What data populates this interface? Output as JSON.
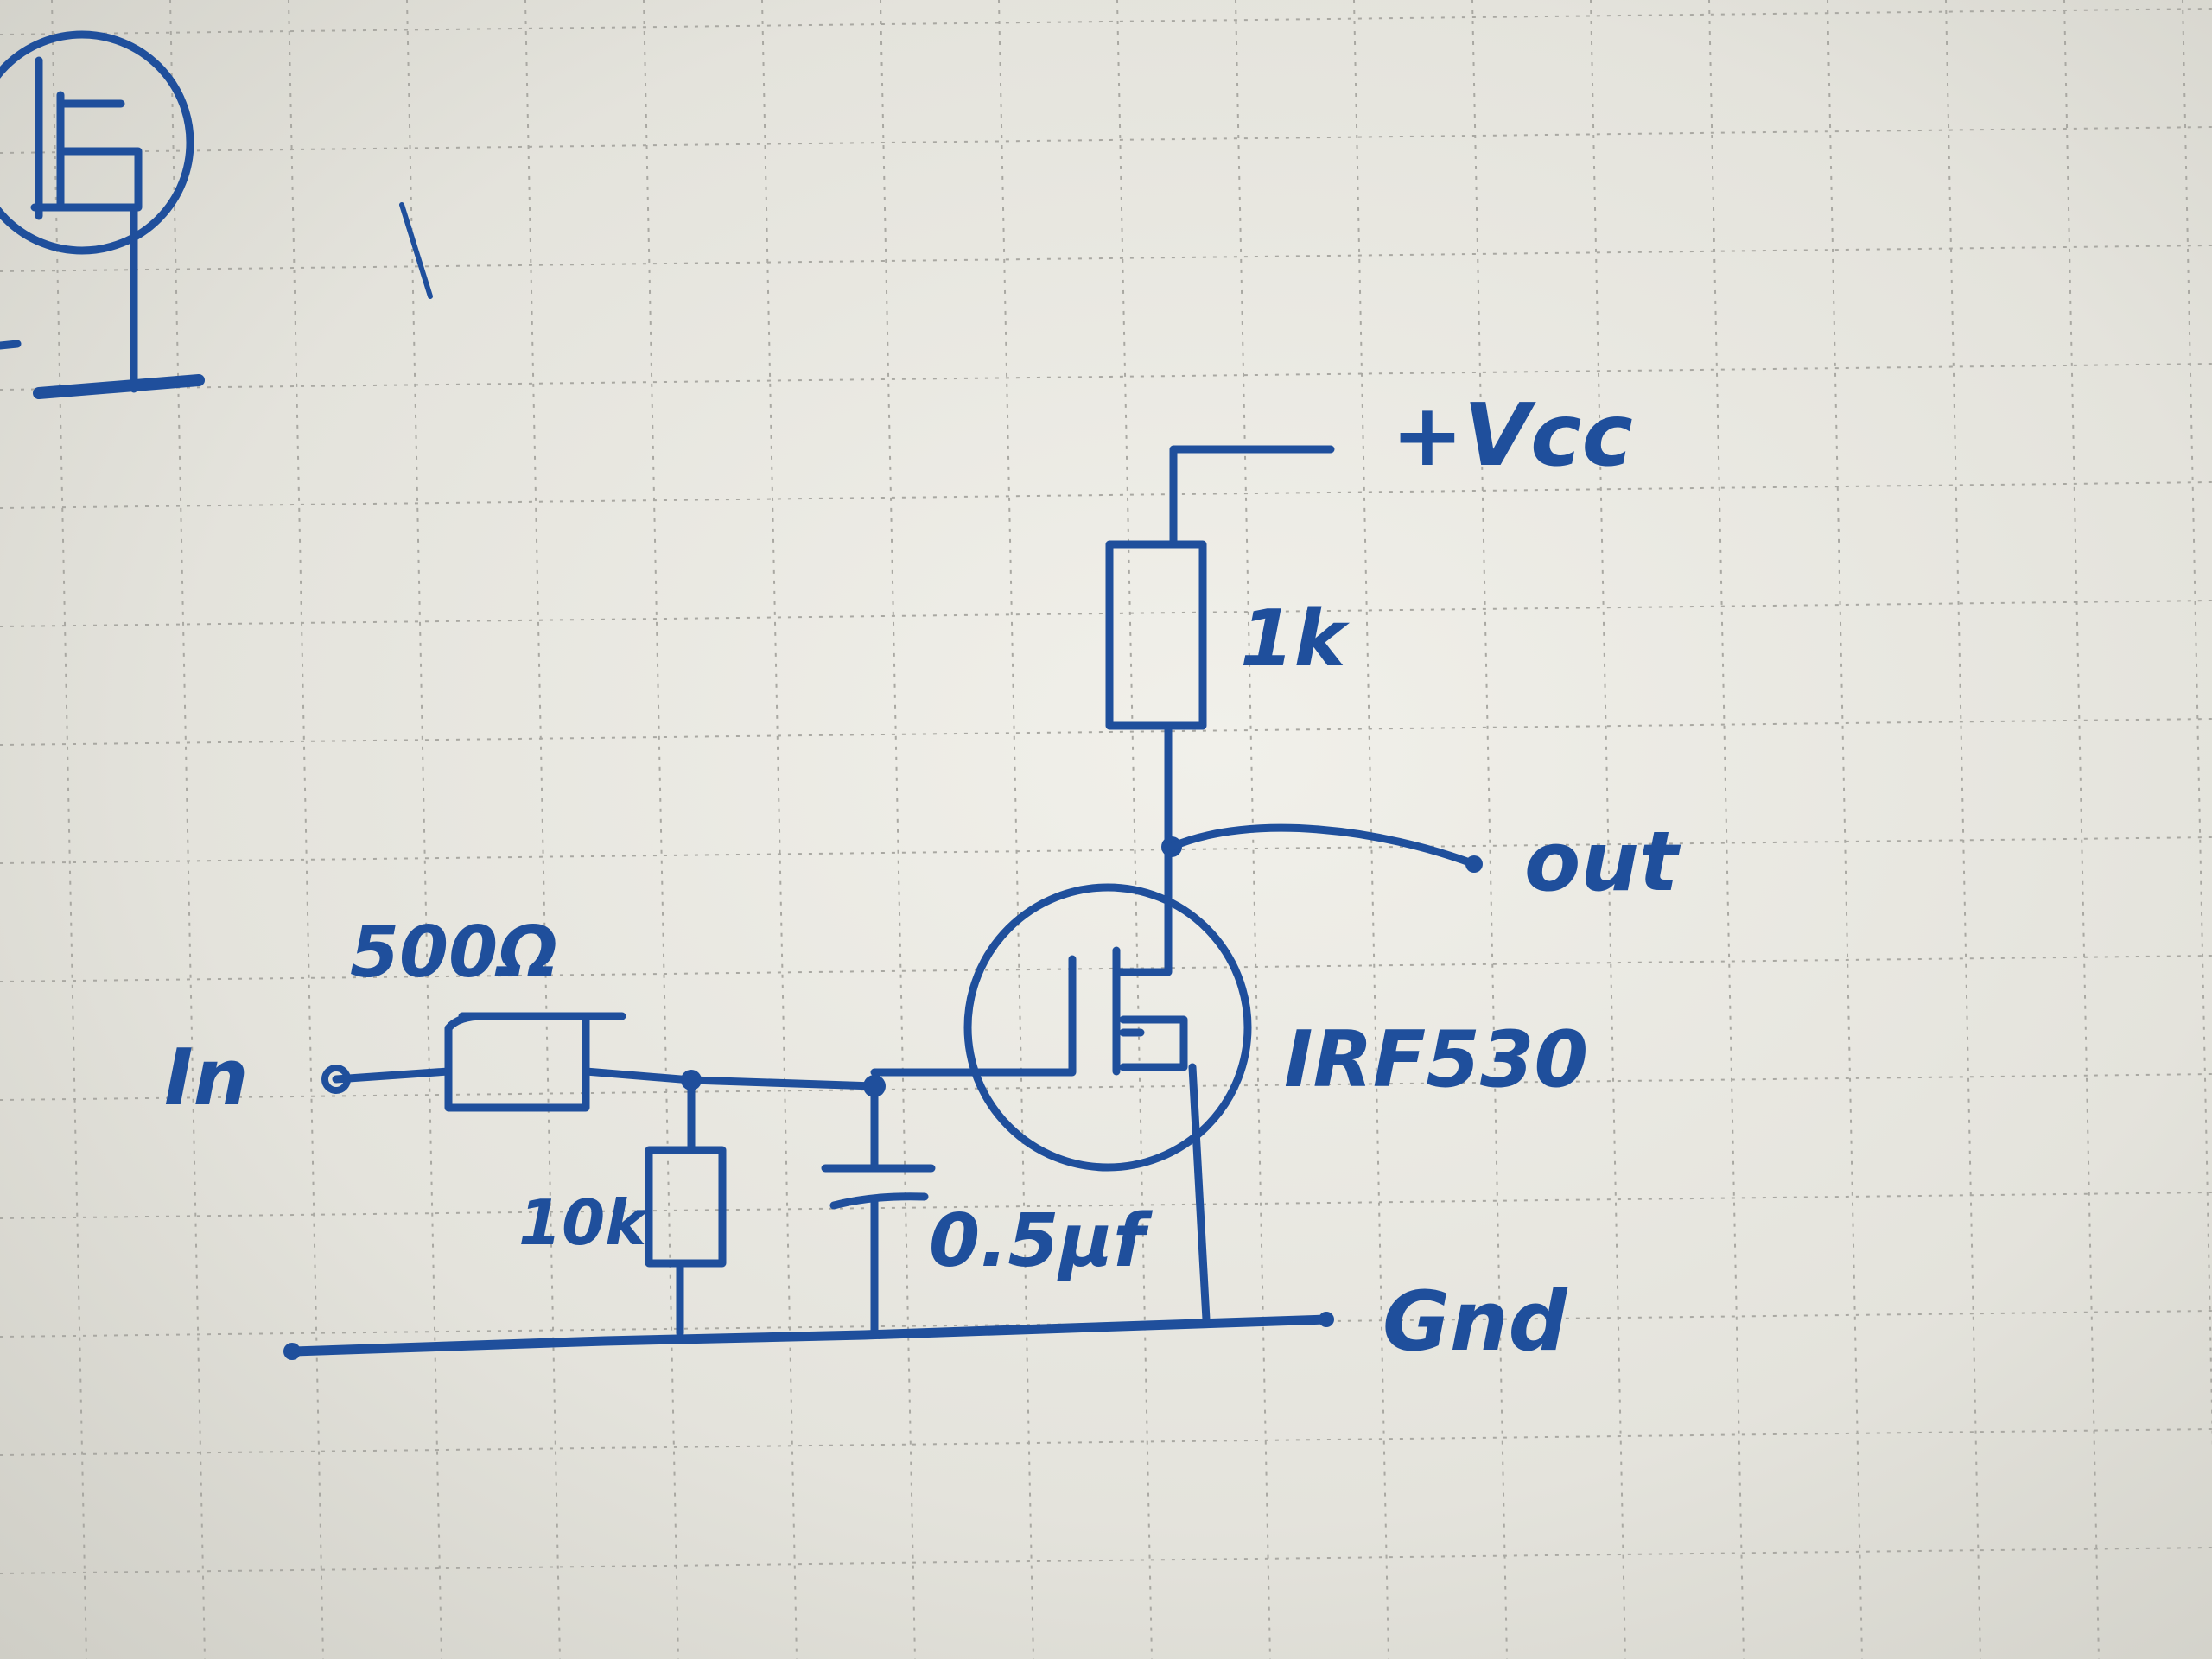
{
  "diagram": {
    "type": "hand-drawn circuit schematic",
    "ink_color": "#1f4f9c",
    "paper_color": "#eceae4",
    "labels": {
      "vcc": "+Vcc",
      "r_load": "1k",
      "out": "out",
      "mosfet": "IRF530",
      "r_input": "500Ω",
      "input": "In",
      "r_pulldown": "10k",
      "capacitor": "0.5µf",
      "ground": "Gnd"
    }
  }
}
